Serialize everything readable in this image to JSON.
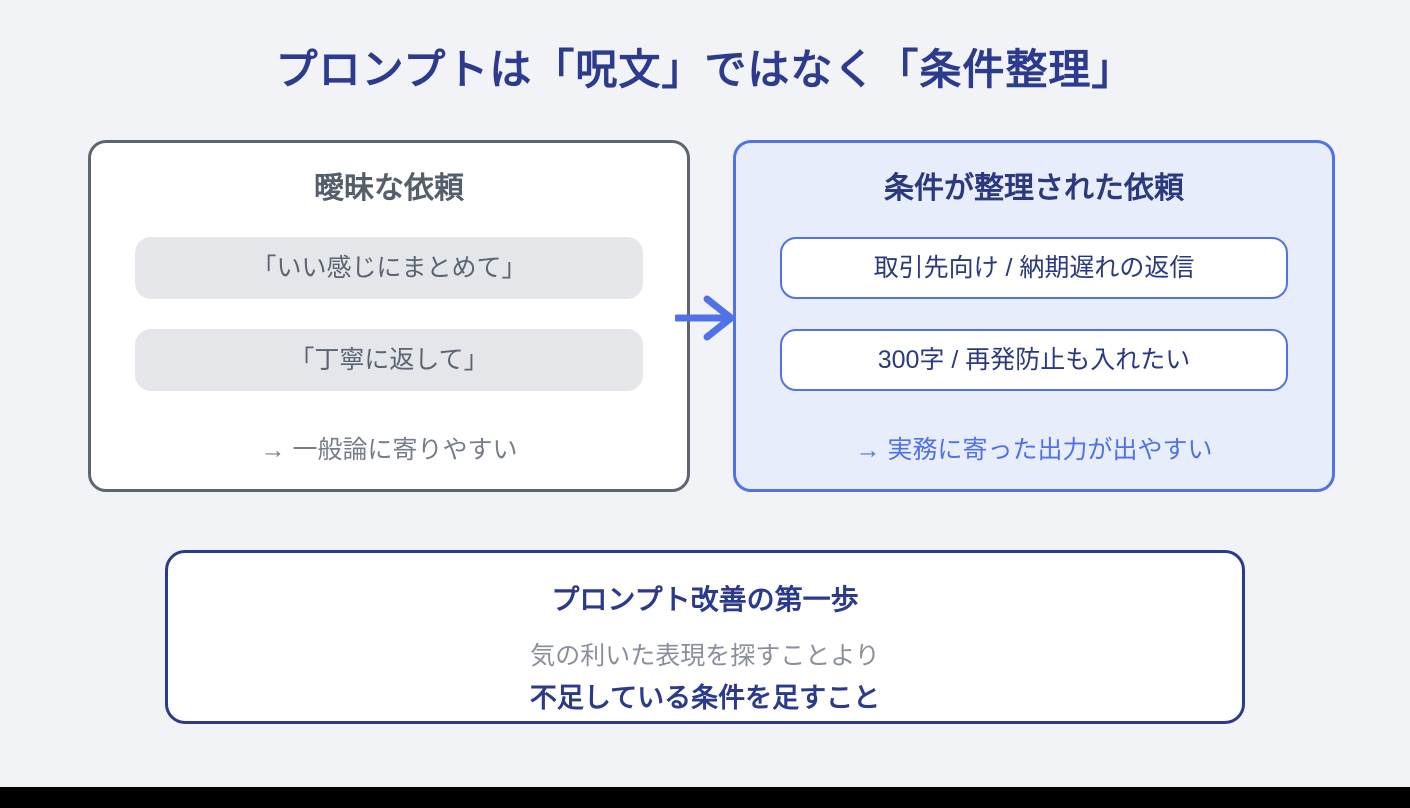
{
  "page": {
    "title": "プロンプトは「呪文」ではなく「条件整理」"
  },
  "left_box": {
    "title": "曖昧な依頼",
    "items": [
      "「いい感じにまとめて」",
      "「丁寧に返して」"
    ],
    "footer": "→ 一般論に寄りやすい"
  },
  "right_box": {
    "title": "条件が整理された依頼",
    "items": [
      "取引先向け / 納期遅れの返信",
      "300字 / 再発防止も入れたい"
    ],
    "footer": "→ 実務に寄った出力が出やすい"
  },
  "bottom_box": {
    "title": "プロンプト改善の第一歩",
    "line1": "気の利いた表現を探すことより",
    "line2": "不足している条件を足すこと"
  },
  "colors": {
    "background": "#f2f3f7",
    "title_navy": "#2d3b8e",
    "accent_blue": "#5071e8",
    "right_box_bg": "#e8edfb",
    "left_border_gray": "#5d6571",
    "gray_pill_bg": "#e4e6ea",
    "gray_text": "#5b6472",
    "footer_gray": "#747d8a",
    "bottom_navy": "#2b3a8c",
    "letterbox_black": "#000000"
  }
}
